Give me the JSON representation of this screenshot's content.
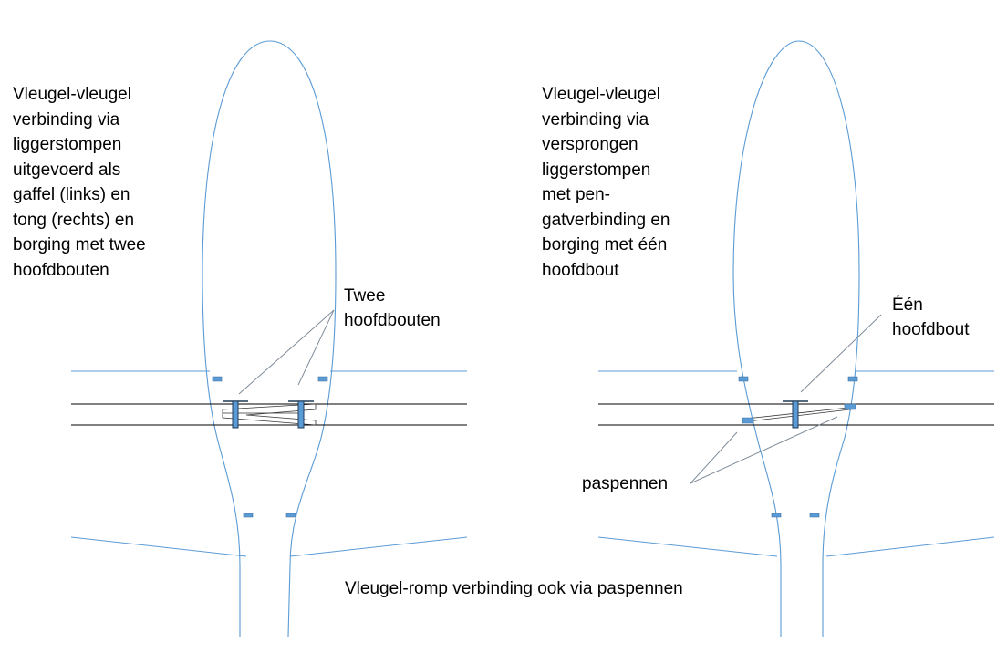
{
  "left_panel": {
    "description_lines": [
      "Vleugel-vleugel",
      "verbinding via",
      "liggerstompen",
      "uitgevoerd als",
      "gaffel (links) en",
      "tong (rechts) en",
      "borging met twee",
      "hoofdbouten"
    ],
    "bolt_label_lines": [
      "Twee",
      "hoofdbouten"
    ]
  },
  "right_panel": {
    "description_lines": [
      "Vleugel-vleugel",
      "verbinding via",
      "versprongen",
      "liggerstompen",
      "met pen-",
      "gatverbinding en",
      "borging met één",
      "hoofdbout"
    ],
    "bolt_label_lines": [
      "Één",
      "hoofdbout"
    ],
    "pin_label": "paspennen"
  },
  "footer_caption": "Vleugel-romp verbinding ook via paspennen",
  "colors": {
    "outline": "#5b9bd5",
    "bolt_fill": "#5b9bd5",
    "spar_line": "#000000",
    "leader_line": "#7f8c99"
  }
}
